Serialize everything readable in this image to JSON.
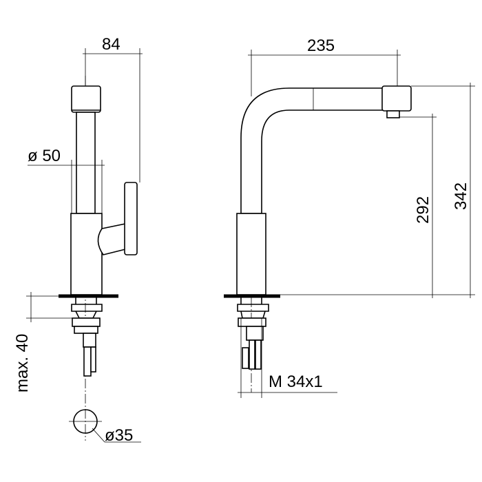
{
  "front_view": {
    "width_label": "84",
    "diameter_label": "ø 50",
    "depth_label": "max. 40",
    "hole_label": "ø35"
  },
  "side_view": {
    "reach_label": "235",
    "spout_height_label": "292",
    "total_height_label": "342",
    "thread_label": "M 34x1"
  }
}
